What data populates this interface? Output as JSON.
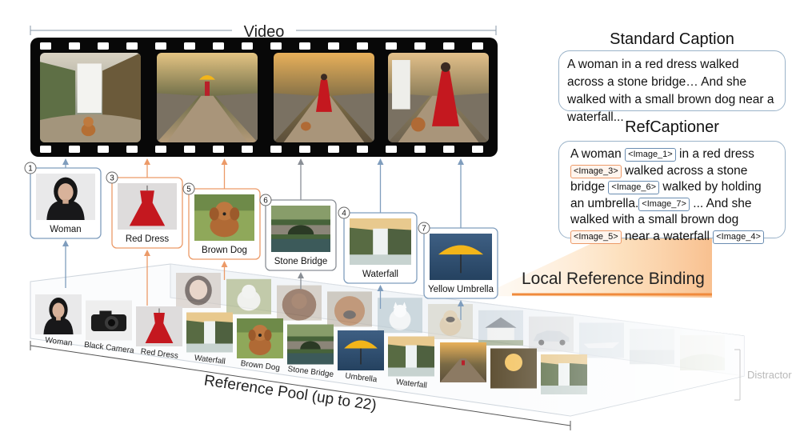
{
  "video_label": "Video",
  "frames": [
    "frame-waterfall-dog",
    "frame-woman-umbrella-bridge",
    "frame-woman-red-dress-dog",
    "frame-woman-waterfall-dog"
  ],
  "references": [
    {
      "num": "1",
      "label": "Woman",
      "accent": "#7f9dbd"
    },
    {
      "num": "3",
      "label": "Red Dress",
      "accent": "#ec9a68"
    },
    {
      "num": "5",
      "label": "Brown Dog",
      "accent": "#ec9a68"
    },
    {
      "num": "6",
      "label": "Stone Bridge",
      "accent": "#8a8f96"
    },
    {
      "num": "4",
      "label": "Waterfall",
      "accent": "#7f9dbd"
    },
    {
      "num": "7",
      "label": "Yellow Umbrella",
      "accent": "#7f9dbd"
    }
  ],
  "standard_caption": {
    "title": "Standard Caption",
    "text": "A woman in a red dress walked across a stone bridge… And she walked with a small brown dog near a waterfall..."
  },
  "ref_captioner": {
    "title": "RefCaptioner",
    "parts": [
      {
        "t": "A woman "
      },
      {
        "tag": "<Image_1>",
        "c": "blue"
      },
      {
        "t": " in a red dress "
      },
      {
        "tag": "<Image_3>",
        "c": "orange"
      },
      {
        "t": " walked across a stone bridge "
      },
      {
        "tag": "<Image_6>",
        "c": "blue"
      },
      {
        "t": " walked by holding an umbrella."
      },
      {
        "tag": "<Image_7>",
        "c": "blue"
      },
      {
        "t": " ...  And she walked with a small brown dog "
      },
      {
        "tag": "<Image_5>",
        "c": "orange"
      },
      {
        "t": " near a waterfall "
      },
      {
        "tag": "<Image_4>",
        "c": "blue"
      }
    ]
  },
  "binding_label": "Local Reference Binding",
  "pool": {
    "label": "Reference Pool (up to 22)",
    "front_labels": [
      "Woman",
      "Black Camera",
      "Red Dress",
      "Waterfall",
      "Brown Dog",
      "Stone Bridge",
      "Umbrella",
      "Waterfall"
    ],
    "distractor_label": "Distractor"
  },
  "colors": {
    "blue": "#7f9dbd",
    "orange": "#ec9a68",
    "gray": "#8a8f96"
  }
}
